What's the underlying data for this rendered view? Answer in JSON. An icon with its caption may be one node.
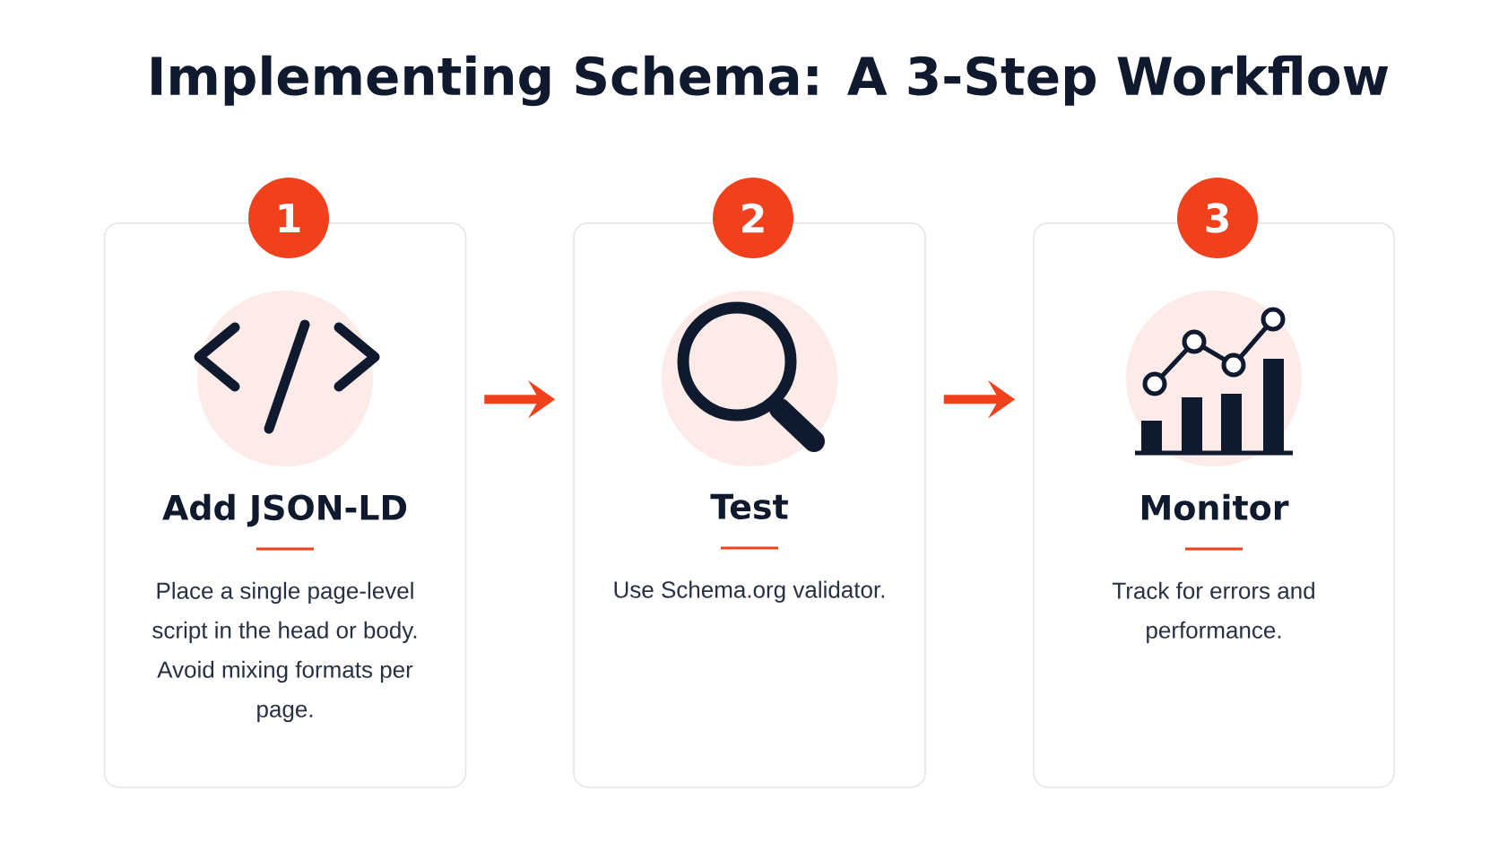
{
  "diagram": {
    "title": "Implementing Schema: A 3-Step Workflow",
    "nodes": [
      {
        "text": [
          "Add JSON-LD",
          "Place a single page-level script in the head or body. Avoid mixing formats per page."
        ]
      },
      {
        "text": [
          "Test",
          "Use Schema.org validator."
        ]
      },
      {
        "text": [
          "Monitor",
          "Track for errors and performance."
        ]
      },
      {
        "text": [
          "1"
        ]
      },
      {
        "text": [
          "2"
        ]
      },
      {
        "text": [
          "3"
        ]
      }
    ],
    "edges": [
      {
        "from": 0,
        "to": 1,
        "arrow": "to"
      },
      {
        "from": 1,
        "to": 2,
        "arrow": "to"
      }
    ]
  }
}
